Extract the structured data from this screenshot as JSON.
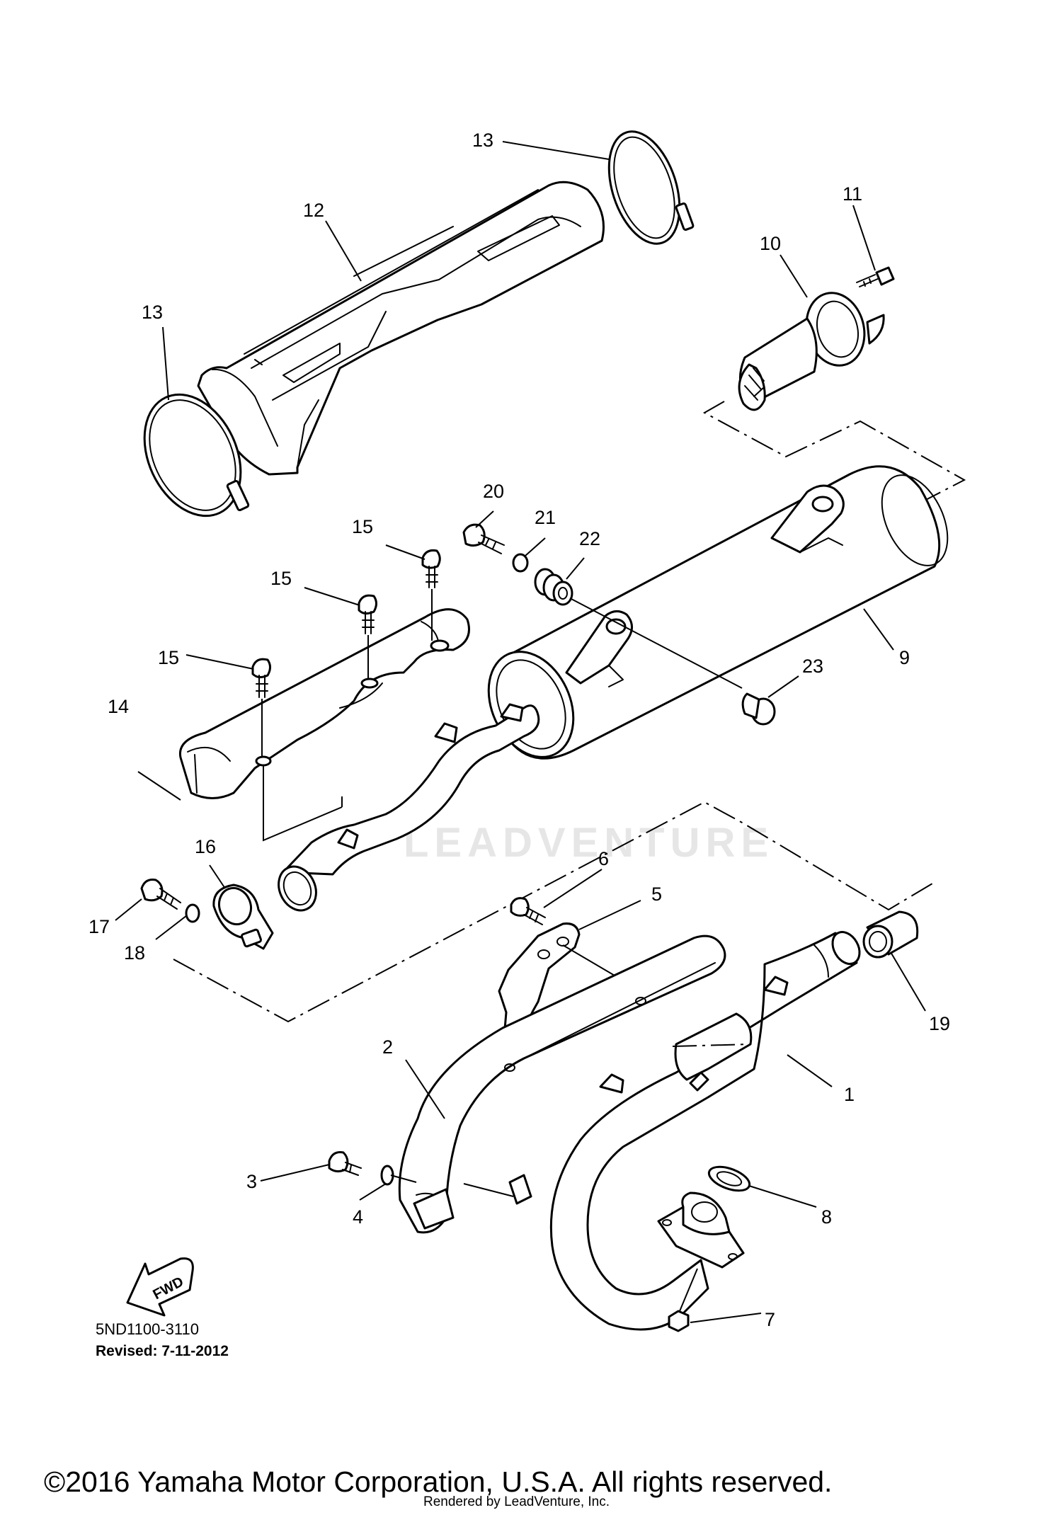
{
  "diagram": {
    "watermark": "LEADVENTURE",
    "fwd_label": "FWD",
    "part_code": "5ND1100-3110",
    "revised": "Revised: 7-11-2012",
    "copyright": "©2016 Yamaha Motor Corporation, U.S.A. All rights reserved.",
    "rendered_by": "Rendered by LeadVenture, Inc.",
    "callouts": [
      {
        "id": "c13a",
        "text": "13"
      },
      {
        "id": "c12",
        "text": "12"
      },
      {
        "id": "c13b",
        "text": "13"
      },
      {
        "id": "c11",
        "text": "11"
      },
      {
        "id": "c10",
        "text": "10"
      },
      {
        "id": "c20",
        "text": "20"
      },
      {
        "id": "c21",
        "text": "21"
      },
      {
        "id": "c22",
        "text": "22"
      },
      {
        "id": "c15a",
        "text": "15"
      },
      {
        "id": "c15b",
        "text": "15"
      },
      {
        "id": "c15c",
        "text": "15"
      },
      {
        "id": "c9",
        "text": "9"
      },
      {
        "id": "c23",
        "text": "23"
      },
      {
        "id": "c14",
        "text": "14"
      },
      {
        "id": "c16",
        "text": "16"
      },
      {
        "id": "c6",
        "text": "6"
      },
      {
        "id": "c5",
        "text": "5"
      },
      {
        "id": "c17",
        "text": "17"
      },
      {
        "id": "c18",
        "text": "18"
      },
      {
        "id": "c19",
        "text": "19"
      },
      {
        "id": "c2",
        "text": "2"
      },
      {
        "id": "c1",
        "text": "1"
      },
      {
        "id": "c3",
        "text": "3"
      },
      {
        "id": "c4",
        "text": "4"
      },
      {
        "id": "c8",
        "text": "8"
      },
      {
        "id": "c7",
        "text": "7"
      }
    ]
  }
}
